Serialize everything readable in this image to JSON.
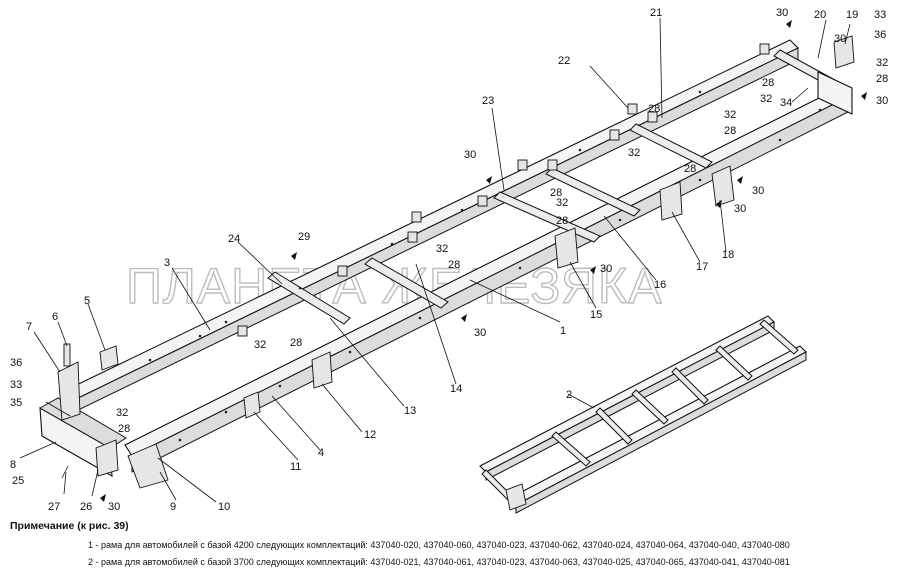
{
  "watermark": "ПЛАНЕТА ЖЕЛЕЗЯКА",
  "callouts": [
    {
      "id": "c1",
      "text": "1"
    },
    {
      "id": "c2",
      "text": "2"
    },
    {
      "id": "c3",
      "text": "3"
    },
    {
      "id": "c4",
      "text": "4"
    },
    {
      "id": "c5",
      "text": "5"
    },
    {
      "id": "c6",
      "text": "6"
    },
    {
      "id": "c7",
      "text": "7"
    },
    {
      "id": "c8",
      "text": "8"
    },
    {
      "id": "c9",
      "text": "9"
    },
    {
      "id": "c10",
      "text": "10"
    },
    {
      "id": "c11",
      "text": "11"
    },
    {
      "id": "c12",
      "text": "12"
    },
    {
      "id": "c13",
      "text": "13"
    },
    {
      "id": "c14",
      "text": "14"
    },
    {
      "id": "c15",
      "text": "15"
    },
    {
      "id": "c16",
      "text": "16"
    },
    {
      "id": "c17",
      "text": "17"
    },
    {
      "id": "c18",
      "text": "18"
    },
    {
      "id": "c19",
      "text": "19"
    },
    {
      "id": "c20",
      "text": "20"
    },
    {
      "id": "c21",
      "text": "21"
    },
    {
      "id": "c22",
      "text": "22"
    },
    {
      "id": "c23",
      "text": "23"
    },
    {
      "id": "c24",
      "text": "24"
    },
    {
      "id": "c25",
      "text": "25"
    },
    {
      "id": "c26",
      "text": "26"
    },
    {
      "id": "c27",
      "text": "27"
    },
    {
      "id": "c28a",
      "text": "28"
    },
    {
      "id": "c28b",
      "text": "28"
    },
    {
      "id": "c28c",
      "text": "28"
    },
    {
      "id": "c28d",
      "text": "28"
    },
    {
      "id": "c28e",
      "text": "28"
    },
    {
      "id": "c28f",
      "text": "28"
    },
    {
      "id": "c28g",
      "text": "28"
    },
    {
      "id": "c28h",
      "text": "28"
    },
    {
      "id": "c28i",
      "text": "28"
    },
    {
      "id": "c28j",
      "text": "28"
    },
    {
      "id": "c29",
      "text": "29"
    },
    {
      "id": "c30a",
      "text": "30"
    },
    {
      "id": "c30b",
      "text": "30"
    },
    {
      "id": "c30c",
      "text": "30"
    },
    {
      "id": "c30d",
      "text": "30"
    },
    {
      "id": "c30e",
      "text": "30"
    },
    {
      "id": "c30f",
      "text": "30"
    },
    {
      "id": "c30g",
      "text": "30"
    },
    {
      "id": "c30h",
      "text": "30"
    },
    {
      "id": "c30i",
      "text": "30"
    },
    {
      "id": "c32a",
      "text": "32"
    },
    {
      "id": "c32b",
      "text": "32"
    },
    {
      "id": "c32c",
      "text": "32"
    },
    {
      "id": "c32d",
      "text": "32"
    },
    {
      "id": "c32e",
      "text": "32"
    },
    {
      "id": "c32f",
      "text": "32"
    },
    {
      "id": "c32g",
      "text": "32"
    },
    {
      "id": "c32h",
      "text": "32"
    },
    {
      "id": "c33a",
      "text": "33"
    },
    {
      "id": "c33b",
      "text": "33"
    },
    {
      "id": "c34",
      "text": "34"
    },
    {
      "id": "c35",
      "text": "35"
    },
    {
      "id": "c36a",
      "text": "36"
    },
    {
      "id": "c36b",
      "text": "36"
    }
  ],
  "note": {
    "title": "Примечание (к рис. 39)",
    "line1": "1 - рама для автомобилей с базой 4200 следующих комплектаций: 437040-020, 437040-060, 437040-023, 437040-062, 437040-024, 437040-064, 437040-040, 437040-080",
    "line2": "2 - рама для автомобилей с базой 3700 следующих комплектаций: 437040-021, 437040-061, 437040-023, 437040-063, 437040-025, 437040-065, 437040-041, 437040-081"
  }
}
